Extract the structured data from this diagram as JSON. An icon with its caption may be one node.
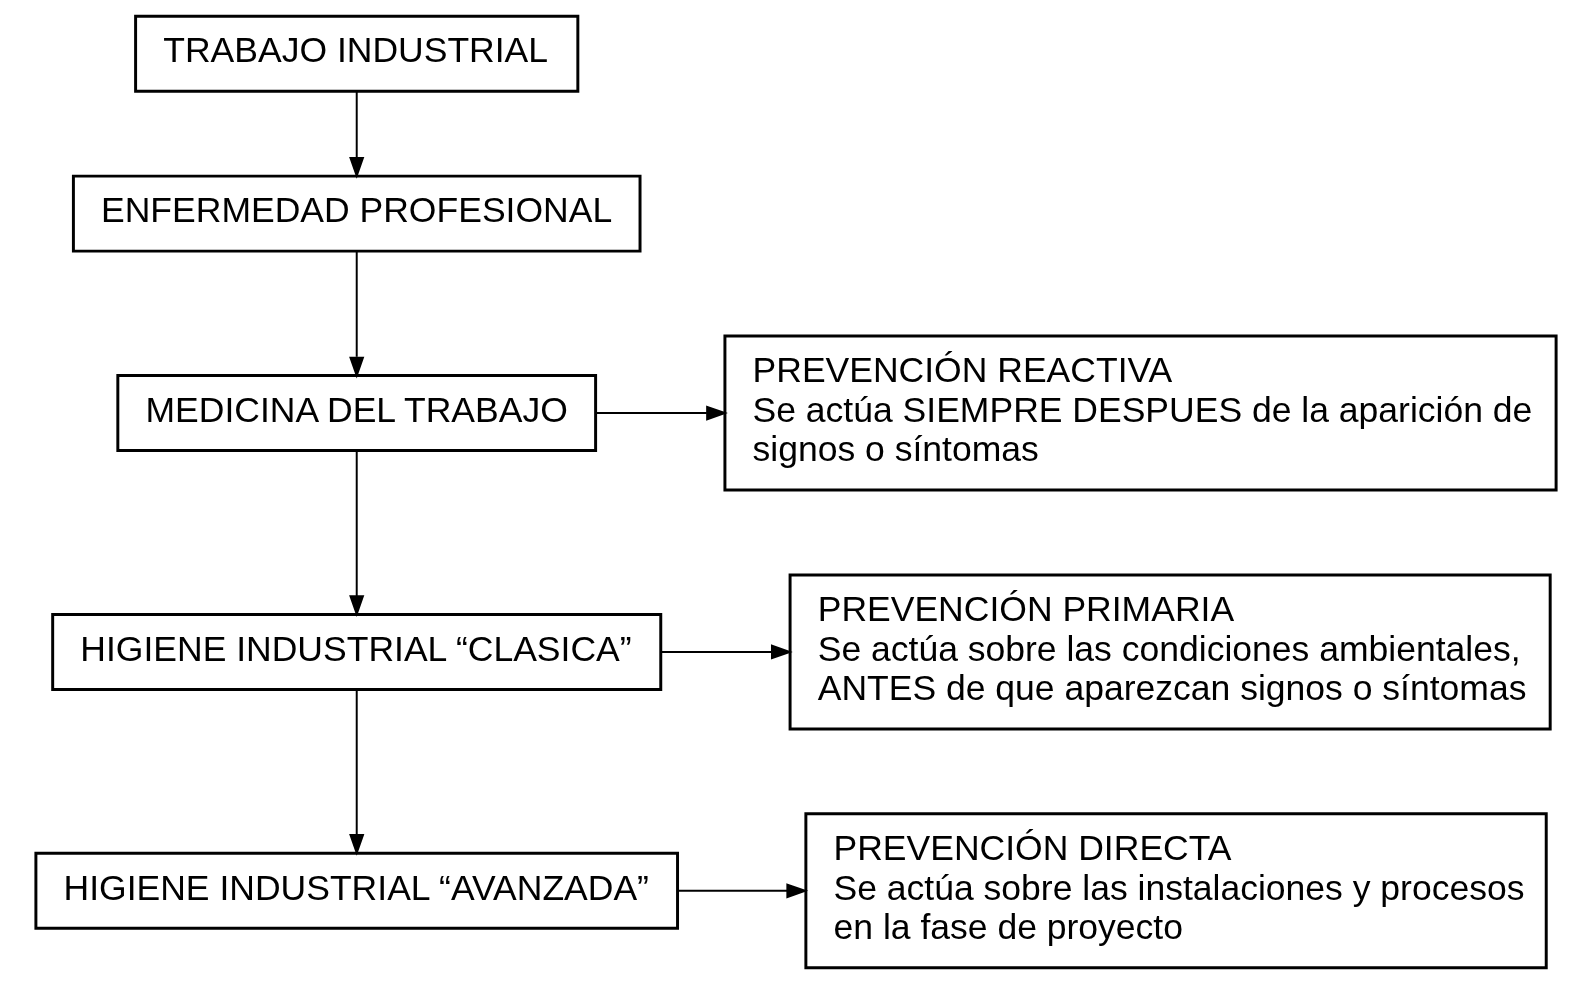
{
  "diagram": {
    "nodes": [
      {
        "text": [
          "TRABAJO INDUSTRIAL"
        ]
      },
      {
        "text": [
          "ENFERMEDAD PROFESIONAL"
        ]
      },
      {
        "text": [
          "PREVENCIÓN REACTIVA",
          "Se actúa SIEMPRE DESPUES de la aparición de signos o síntomas"
        ]
      },
      {
        "text": [
          "MEDICINA DEL TRABAJO"
        ]
      },
      {
        "text": [
          "PREVENCIÓN PRIMARIA",
          "Se actúa sobre las condiciones ambientales, ANTES de que aparezcan signos o síntomas"
        ]
      },
      {
        "text": [
          "HIGIENE INDUSTRIAL “CLASICA”"
        ]
      },
      {
        "text": [
          "PREVENCIÓN DIRECTA",
          "Se actúa sobre las instalaciones y procesos en la fase de proyecto"
        ]
      },
      {
        "text": [
          "HIGIENE INDUSTRIAL “AVANZADA”"
        ]
      }
    ],
    "edges": [
      {
        "from": 0,
        "to": 1,
        "arrow": "to"
      },
      {
        "from": 1,
        "to": 3,
        "arrow": "to"
      },
      {
        "from": 3,
        "to": 2,
        "arrow": "to"
      },
      {
        "from": 3,
        "to": 5,
        "arrow": "to"
      },
      {
        "from": 5,
        "to": 4,
        "arrow": "to"
      },
      {
        "from": 5,
        "to": 7,
        "arrow": "to"
      },
      {
        "from": 7,
        "to": 6,
        "arrow": "to"
      }
    ]
  }
}
